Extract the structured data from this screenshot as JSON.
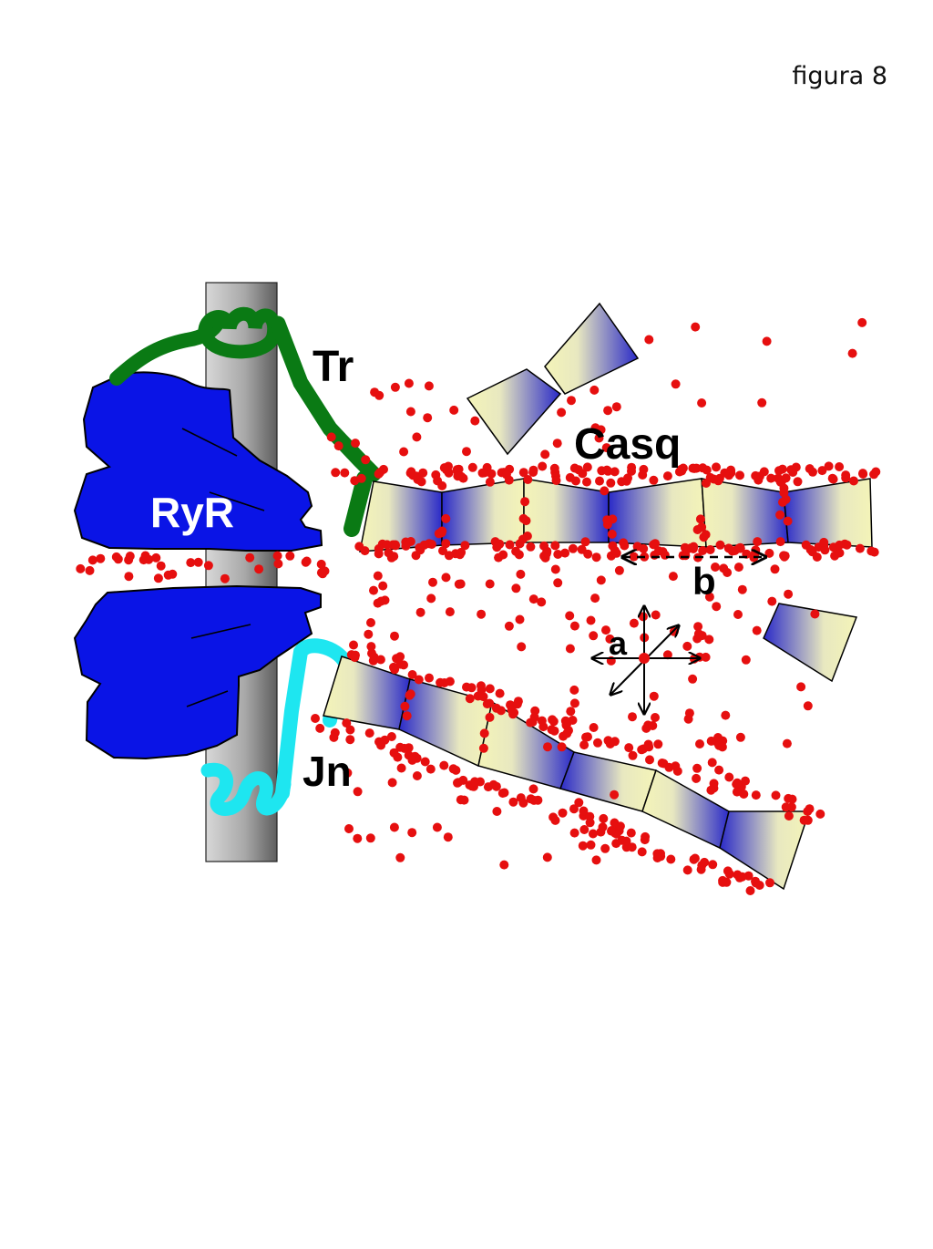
{
  "figure_label": "figura 8",
  "labels": {
    "tr": "Tr",
    "ryr": "RyR",
    "casq": "Casq",
    "jn": "Jn",
    "a": "a",
    "b": "b"
  },
  "colors": {
    "ryr": "#0a14e6",
    "triadin": "#0a7a14",
    "junctin": "#1ee6f0",
    "membrane_light": "#cfcfcf",
    "membrane_dark": "#6f6f6f",
    "calcium": "#e60f0f",
    "casq_blue": "#2c2cc8",
    "casq_yellow": "#f2f2b4"
  },
  "icons": {
    "calcium_ions": "red-dots",
    "axis_arrows": "bidirectional-arrows"
  }
}
